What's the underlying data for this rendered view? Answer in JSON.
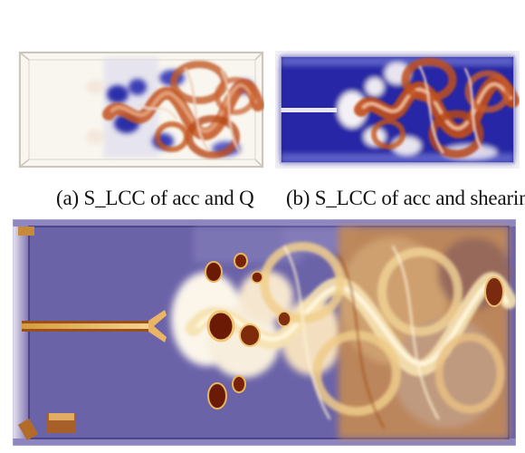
{
  "figure": {
    "panels": [
      {
        "id": "a",
        "caption": "(a) S_LCC of acc and Q"
      },
      {
        "id": "b",
        "caption": "(b) S_LCC of acc and shearing"
      },
      {
        "id": "c",
        "caption": ""
      }
    ],
    "colors": {
      "negative": "#2b2fa8",
      "neutral": "#f6f3ea",
      "positive": "#c4541d",
      "panel_c_background": "#6b63a8",
      "panel_c_highlight": "#fbeab8",
      "panel_c_dark": "#6a1a05"
    }
  }
}
